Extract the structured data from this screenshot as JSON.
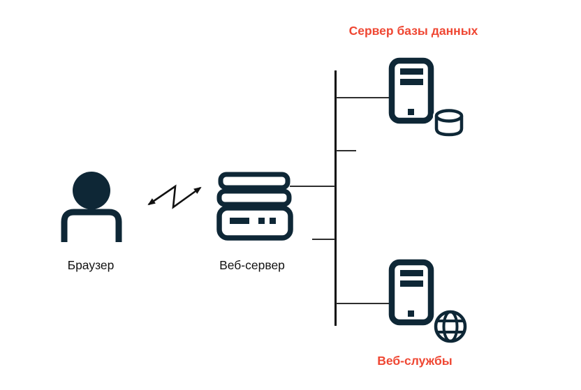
{
  "diagram": {
    "description": "Web application architecture diagram",
    "nodes": {
      "browser": {
        "label": "Браузер",
        "icon": "person-icon"
      },
      "web_server": {
        "label": "Веб-сервер",
        "icon": "server-stack-icon"
      },
      "database_server": {
        "label": "Сервер базы данных",
        "icons": [
          "server-tower-icon",
          "database-cylinder-icon"
        ]
      },
      "web_services": {
        "label": "Веб-службы",
        "icons": [
          "server-tower-icon",
          "globe-icon"
        ]
      }
    },
    "connections": [
      {
        "from": "browser",
        "to": "web_server",
        "type": "zigzag-double-arrow"
      },
      {
        "from": "web_server",
        "to": "network-bus",
        "type": "line"
      },
      {
        "from": "network-bus",
        "to": "database_server",
        "type": "line"
      },
      {
        "from": "network-bus",
        "to": "web_services",
        "type": "line"
      },
      {
        "from": "network-bus",
        "to": "open-stub-right",
        "type": "short-line"
      },
      {
        "from": "network-bus",
        "to": "open-stub-left",
        "type": "short-line"
      }
    ],
    "colors": {
      "icon_dark": "#0e2736",
      "label_red": "#ef4733",
      "label_black": "#121212",
      "connector_line": "#2e2e2e",
      "bus_line": "#0c0c0c",
      "background": "#ffffff"
    }
  }
}
